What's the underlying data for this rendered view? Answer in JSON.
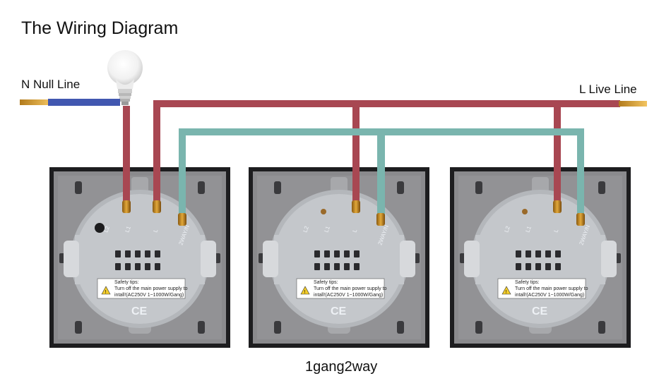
{
  "diagram": {
    "title": "The Wiring Diagram",
    "null_line_label": "N Null Line",
    "live_line_label": "L Live Line",
    "caption": "1gang2way",
    "terminals": [
      "L2",
      "L1",
      "L",
      "2WAY/N"
    ],
    "safety_tips": {
      "title": "Safety tips:",
      "line1": "Turn off the main power supply to",
      "line2": "intall!(AC250V 1~1000W/Gang)"
    },
    "ce_mark": "CE",
    "colors": {
      "live_wire": "#a84752",
      "null_wire": "#4157b0",
      "traveler_wire": "#7ab5ae",
      "panel_frame": "#1d1d1f",
      "panel_face": "#8b8b8e",
      "module_body": "#c4c7cb"
    }
  }
}
